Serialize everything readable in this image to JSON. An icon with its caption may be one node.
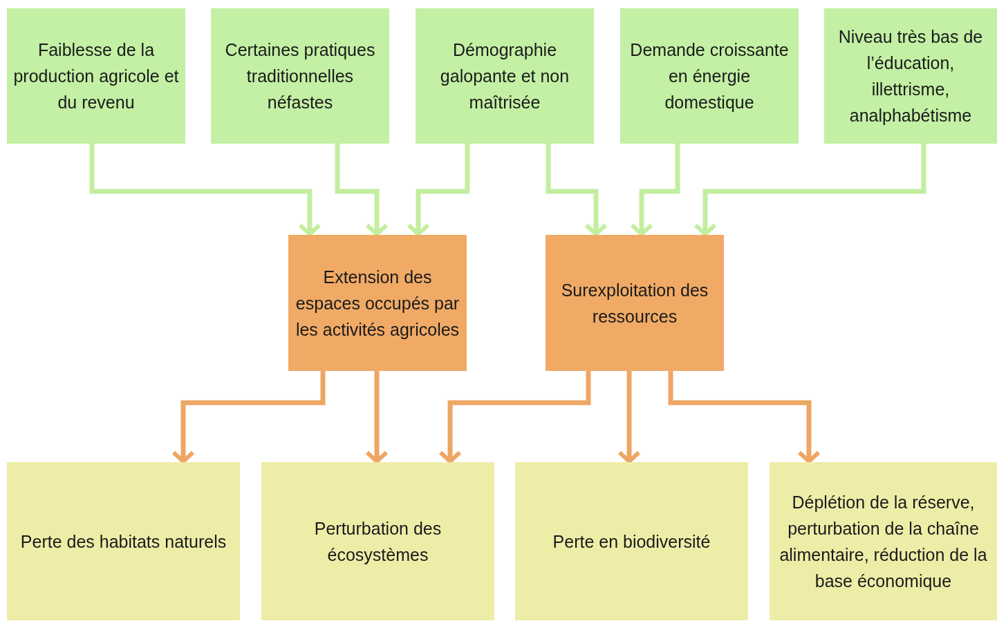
{
  "diagram": {
    "nodes": [
      {
        "text": [
          "Faiblesse de la production agricole et du revenu"
        ]
      },
      {
        "text": [
          "Certaines pratiques traditionnelles néfastes"
        ]
      },
      {
        "text": [
          "Démographie galopante et non maîtrisée"
        ]
      },
      {
        "text": [
          "Demande croissante en énergie domestique"
        ]
      },
      {
        "text": [
          "Niveau très bas de l’éducation, illettrisme, analphabétisme"
        ]
      },
      {
        "text": [
          "Extension des espaces occupés par les activités agricoles"
        ]
      },
      {
        "text": [
          "Surexploitation des ressources"
        ]
      },
      {
        "text": [
          "Perte des habitats naturels"
        ]
      },
      {
        "text": [
          "Perturbation des écosystèmes"
        ]
      },
      {
        "text": [
          "Perte en biodiversité"
        ]
      },
      {
        "text": [
          "Déplétion de la réserve, perturbation de la chaîne alimentaire, réduction de la base économique"
        ]
      }
    ],
    "edges": [
      {
        "from": 0,
        "to": 5,
        "arrow": "to"
      },
      {
        "from": 1,
        "to": 5,
        "arrow": "to"
      },
      {
        "from": 2,
        "to": 5,
        "arrow": "to"
      },
      {
        "from": 2,
        "to": 6,
        "arrow": "to"
      },
      {
        "from": 3,
        "to": 6,
        "arrow": "to"
      },
      {
        "from": 4,
        "to": 6,
        "arrow": "to"
      },
      {
        "from": 5,
        "to": 7,
        "arrow": "to",
        "color": "#eda663"
      },
      {
        "from": 5,
        "to": 8,
        "arrow": "to",
        "color": "#eda663"
      },
      {
        "from": 6,
        "to": 8,
        "arrow": "to",
        "color": "#eda663"
      },
      {
        "from": 6,
        "to": 9,
        "arrow": "to",
        "color": "#eda663"
      },
      {
        "from": 6,
        "to": 10,
        "arrow": "to",
        "color": "#eda663"
      }
    ]
  }
}
